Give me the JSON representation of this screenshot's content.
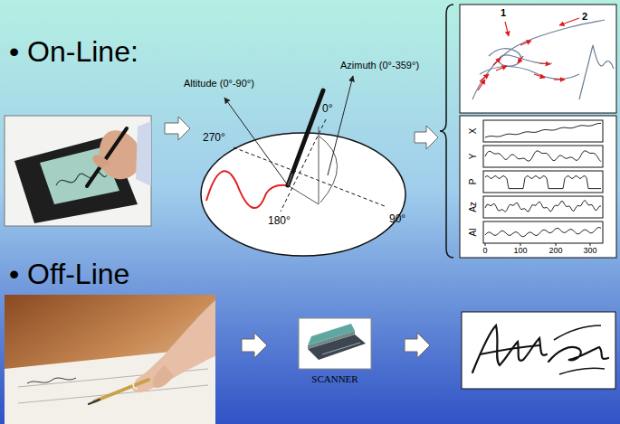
{
  "diagram": {
    "labels": [
      "• On-Line:",
      "• Off-Line",
      "Altitude (0°-90°)",
      "Azimuth (0°-359°)",
      "0°",
      "270°",
      "180°",
      "90°",
      "1",
      "2",
      "X",
      "Y",
      "P",
      "Az",
      "Al",
      "0",
      "100",
      "200",
      "300",
      "SCANNER"
    ]
  }
}
